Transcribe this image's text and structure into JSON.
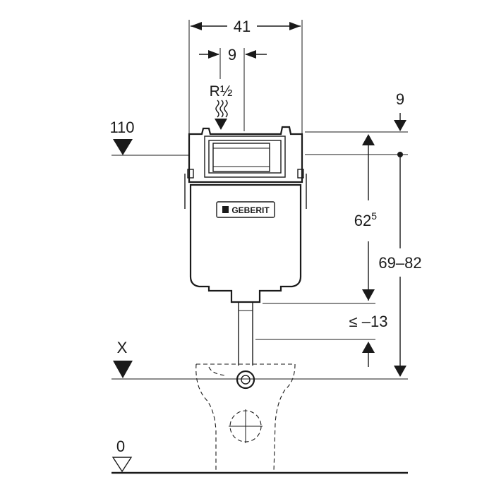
{
  "dimensions": {
    "width_total": "41",
    "connection_offset": "9",
    "water_inlet": "R½",
    "top_offset": "9",
    "cistern_height_base": "62",
    "cistern_height_sup": "5",
    "flush_range": "69–82",
    "outlet_depth": "≤ –13",
    "level_110": "110",
    "level_x": "X",
    "level_0": "0"
  },
  "brand": {
    "name": "GEBERIT"
  },
  "colors": {
    "ink": "#1a1a1a",
    "background": "#ffffff"
  }
}
